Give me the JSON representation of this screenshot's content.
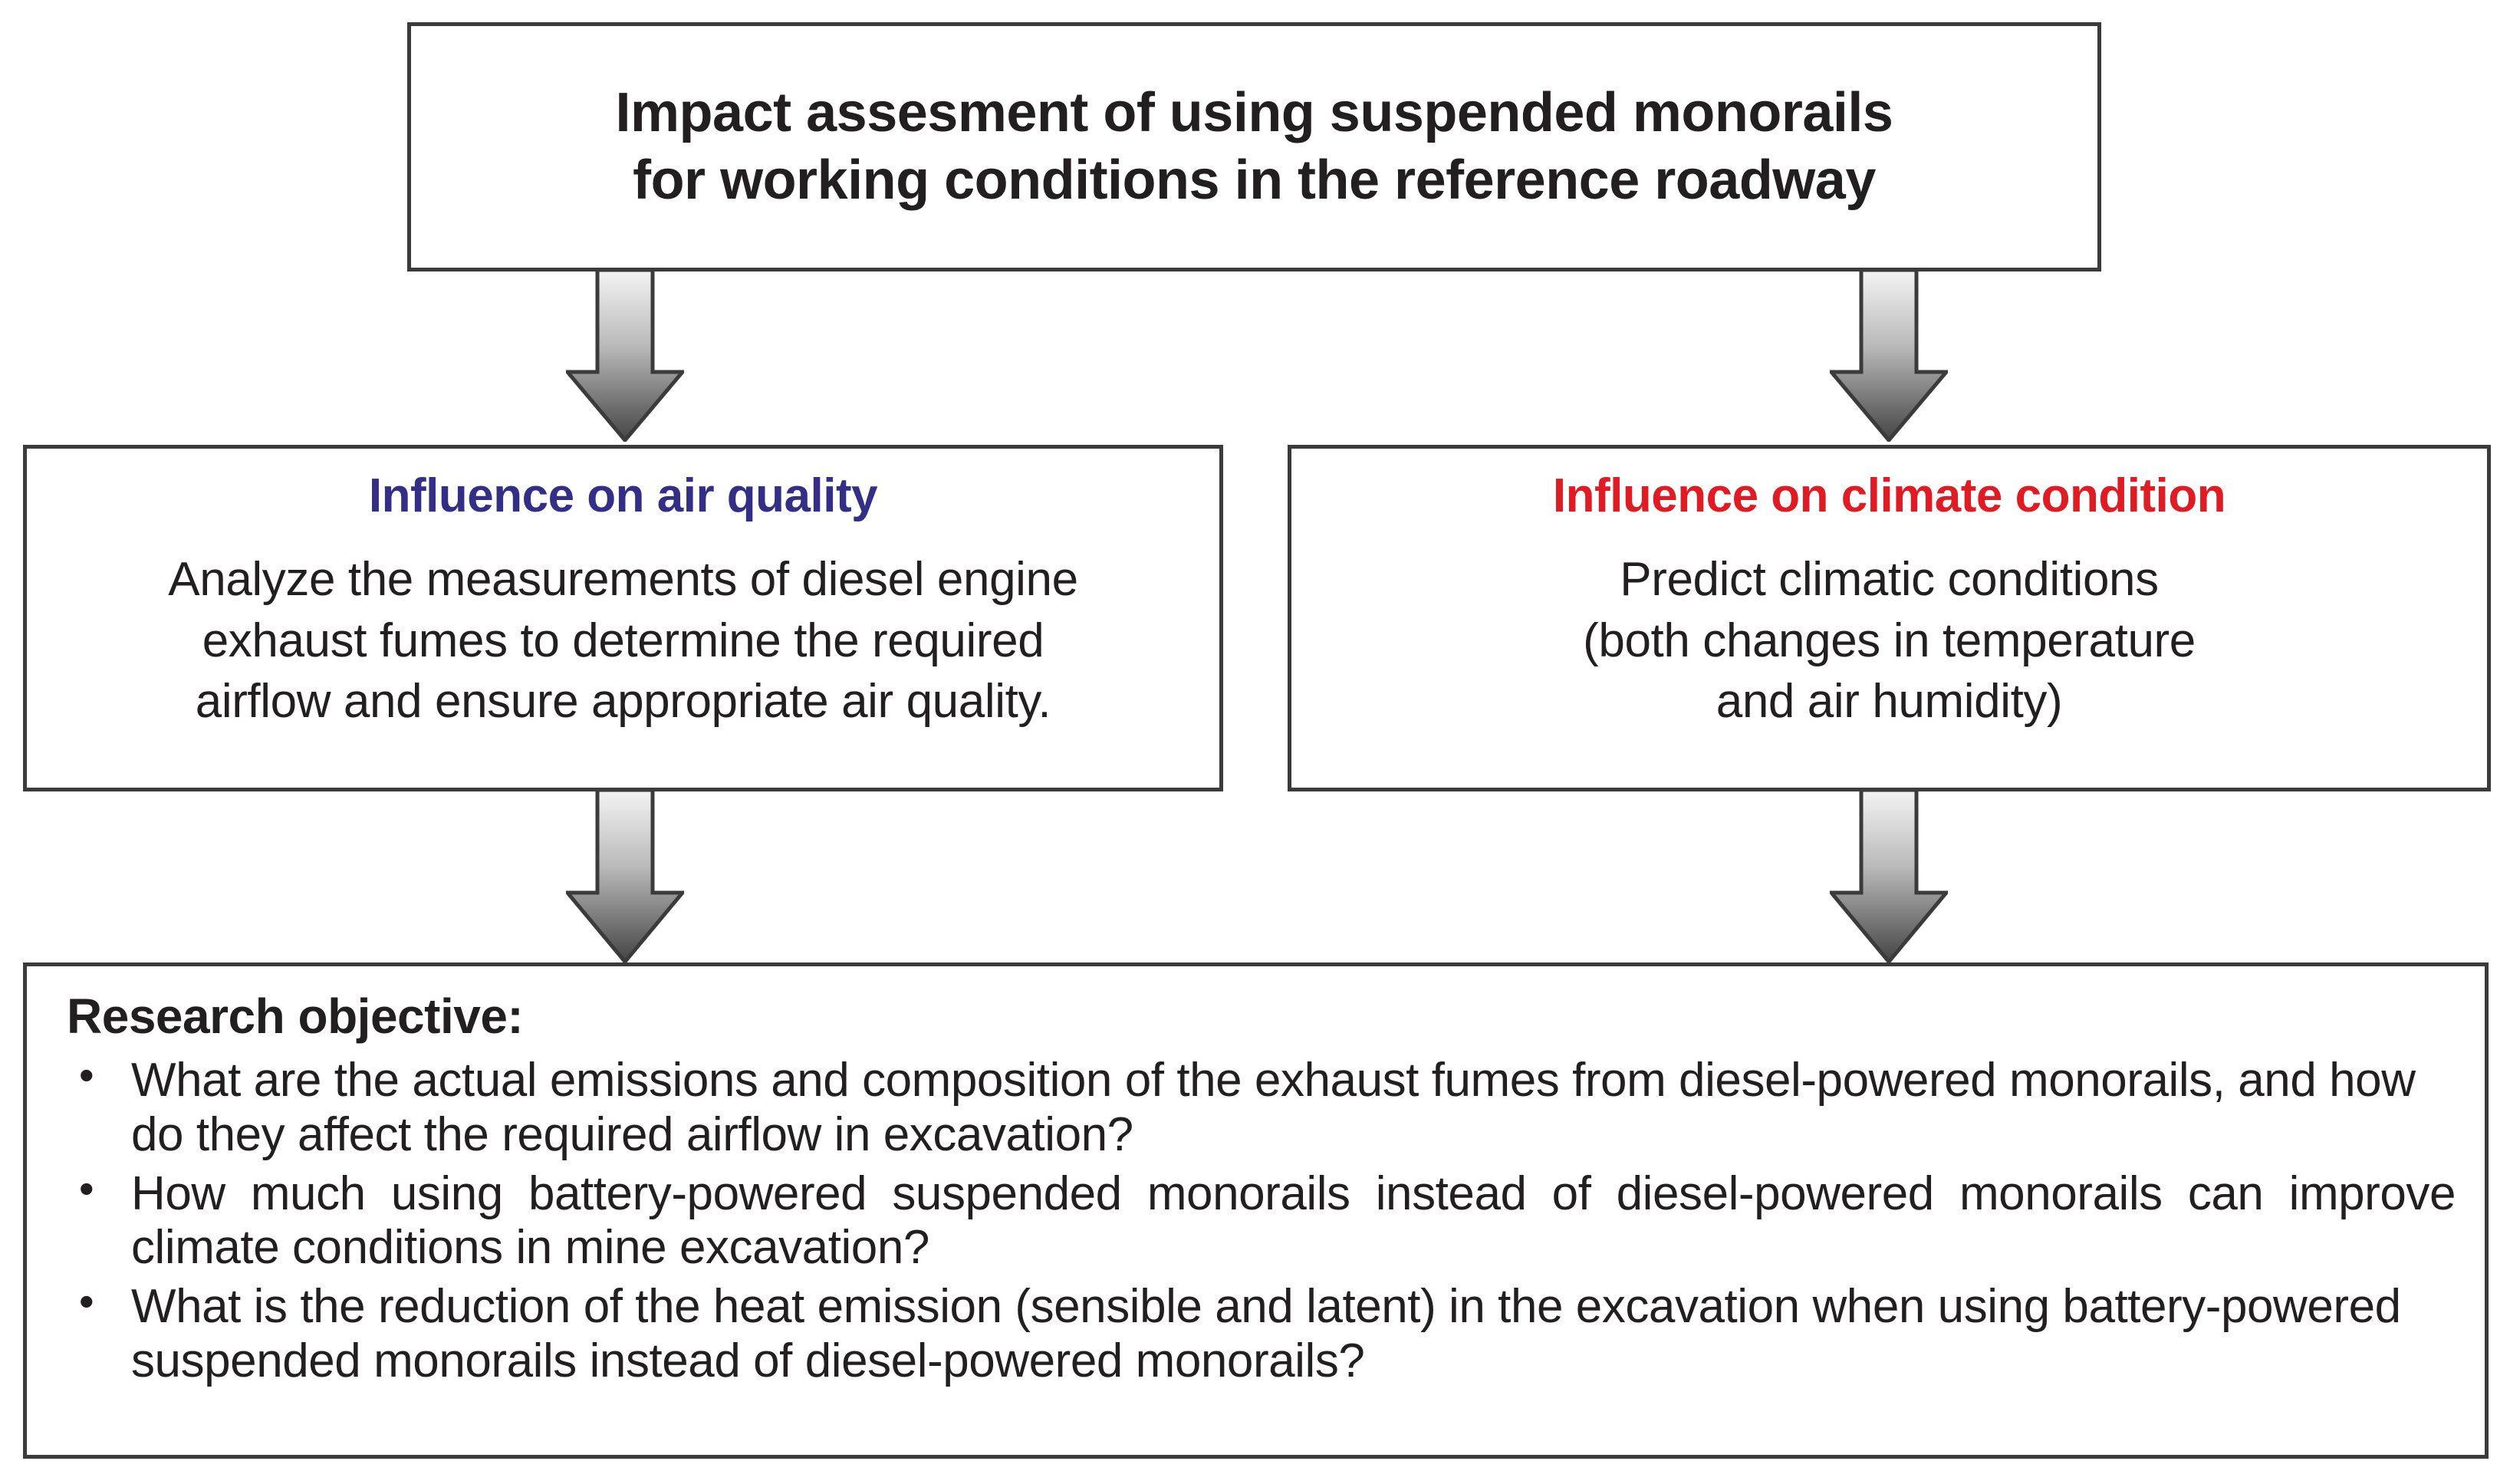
{
  "diagram": {
    "title_box": {
      "line1": "Impact assesment of using suspended monorails",
      "line2": "for working conditions in the reference roadway"
    },
    "branches": [
      {
        "heading": "Influence on air quality",
        "heading_color": "#332e86",
        "body_line1": "Analyze the measurements of diesel engine",
        "body_line2": "exhaust fumes to determine the required",
        "body_line3": "airflow and ensure appropriate air quality."
      },
      {
        "heading": "Influence on climate condition",
        "heading_color": "#e01b24",
        "body_line1": "Predict climatic conditions",
        "body_line2": "(both changes in temperature",
        "body_line3": "and air humidity)"
      }
    ],
    "objective_box": {
      "title": "Research objective:",
      "bullets": [
        "What are the actual emissions and composition of the exhaust fumes from diesel-powered monorails, and how do they affect the required airflow in excavation?",
        "How much using battery-powered suspended monorails instead of diesel-powered monorails can improve climate conditions in mine excavation?",
        "What is the reduction of the heat emission (sensible and latent) in the excavation when using battery-powered suspended monorails instead of diesel-powered monorails?"
      ]
    },
    "arrows": {
      "count": 4,
      "direction": "down",
      "fill_top": "#f2f2f2",
      "fill_bottom": "#4d4d4d",
      "outline": "#3b3b3b"
    },
    "colors": {
      "box_border": "#3b3b3b",
      "text": "#231f20",
      "background": "#ffffff"
    }
  }
}
